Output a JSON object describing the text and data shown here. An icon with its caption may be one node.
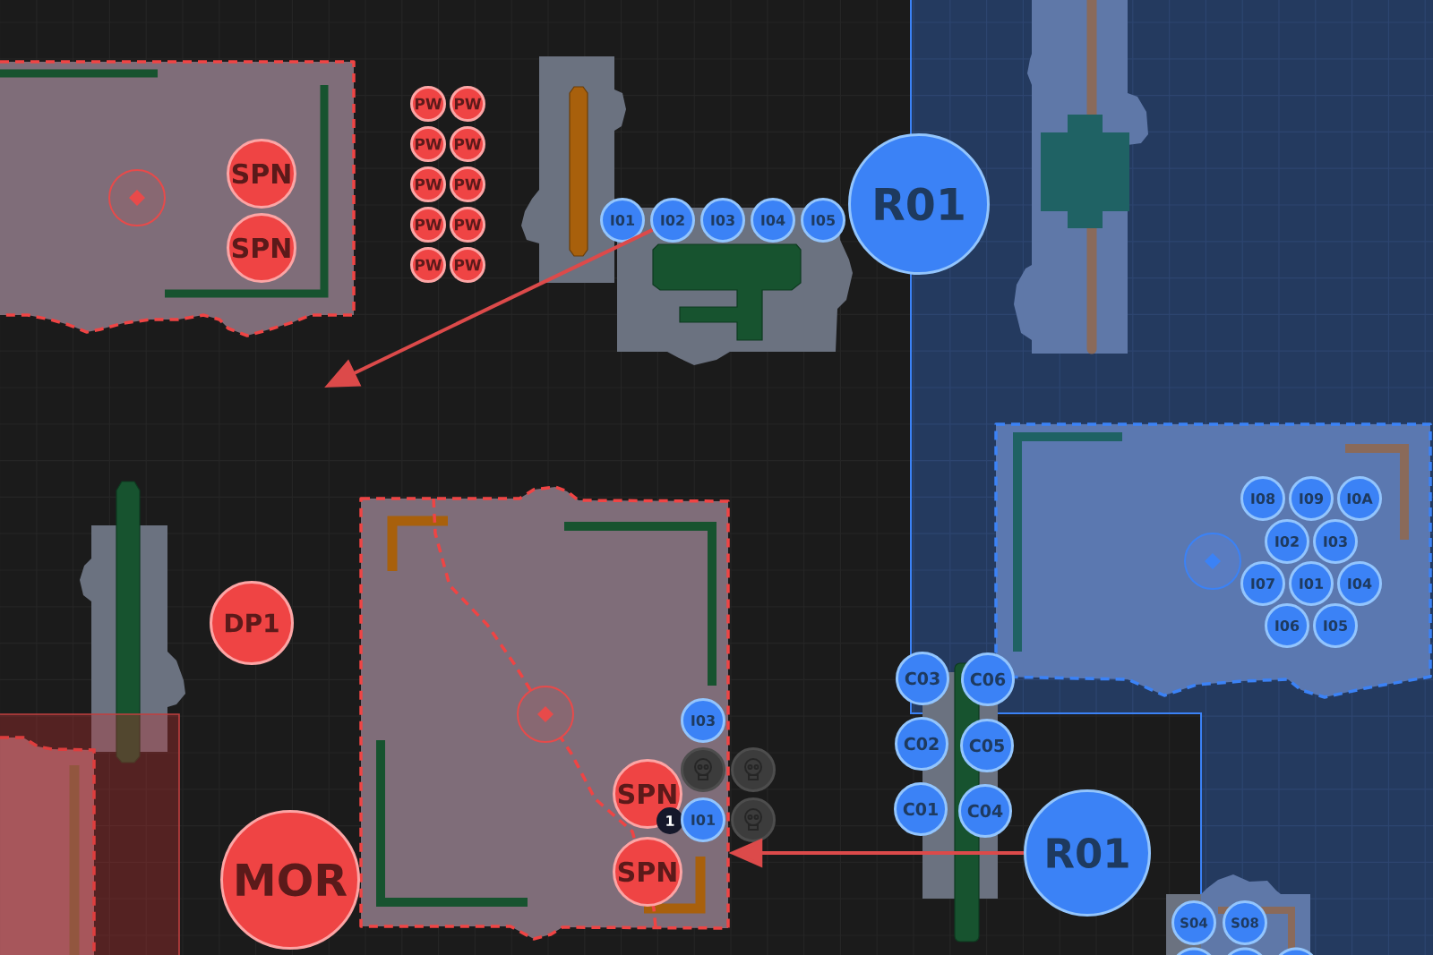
{
  "diagram": {
    "nodes": [
      {
        "text": [],
        "shape": "box"
      },
      {
        "text": [
          "SPN"
        ],
        "in": 0
      },
      {
        "text": [
          "SPN"
        ],
        "in": 0
      },
      {
        "text": [
          "PW"
        ]
      },
      {
        "text": [
          "PW"
        ]
      },
      {
        "text": [
          "PW"
        ]
      },
      {
        "text": [
          "PW"
        ]
      },
      {
        "text": [
          "PW"
        ]
      },
      {
        "text": [
          "PW"
        ]
      },
      {
        "text": [
          "PW"
        ]
      },
      {
        "text": [
          "PW"
        ]
      },
      {
        "text": [
          "PW"
        ]
      },
      {
        "text": [
          "PW"
        ]
      },
      {
        "text": [
          "I01"
        ]
      },
      {
        "text": [
          "I02"
        ]
      },
      {
        "text": [
          "I03"
        ]
      },
      {
        "text": [
          "I04"
        ]
      },
      {
        "text": [
          "I05"
        ]
      },
      {
        "text": [
          "R01"
        ]
      },
      {
        "text": [],
        "shape": "box"
      },
      {
        "text": [
          "I08"
        ],
        "in": 19
      },
      {
        "text": [
          "I09"
        ],
        "in": 19
      },
      {
        "text": [
          "I0A"
        ],
        "in": 19
      },
      {
        "text": [
          "I02"
        ],
        "in": 19
      },
      {
        "text": [
          "I03"
        ],
        "in": 19
      },
      {
        "text": [
          "I07"
        ],
        "in": 19
      },
      {
        "text": [
          "I01"
        ],
        "in": 19
      },
      {
        "text": [
          "I04"
        ],
        "in": 19
      },
      {
        "text": [
          "I06"
        ],
        "in": 19
      },
      {
        "text": [
          "I05"
        ],
        "in": 19
      },
      {
        "text": [
          "DP1"
        ]
      },
      {
        "text": [],
        "shape": "box"
      },
      {
        "text": [
          "I03"
        ],
        "in": 31
      },
      {
        "text": [],
        "shape": "circle",
        "in": 31
      },
      {
        "text": [],
        "shape": "circle"
      },
      {
        "text": [
          "SPN"
        ],
        "in": 31
      },
      {
        "text": [
          "1"
        ],
        "in": 31
      },
      {
        "text": [
          "I01"
        ],
        "in": 31
      },
      {
        "text": [],
        "shape": "circle"
      },
      {
        "text": [
          "SPN"
        ],
        "in": 31
      },
      {
        "text": [
          "C03"
        ]
      },
      {
        "text": [
          "C06"
        ]
      },
      {
        "text": [
          "C02"
        ]
      },
      {
        "text": [
          "C05"
        ]
      },
      {
        "text": [
          "C01"
        ]
      },
      {
        "text": [
          "C04"
        ]
      },
      {
        "text": [
          "MOR"
        ]
      },
      {
        "text": [
          "R01"
        ]
      },
      {
        "text": [
          "S04"
        ]
      },
      {
        "text": [
          "S08"
        ]
      },
      {
        "text": [],
        "shape": "circle"
      },
      {
        "text": [],
        "shape": "circle"
      },
      {
        "text": [],
        "shape": "circle"
      }
    ],
    "edges": [
      {
        "from": 14,
        "to": null,
        "arrow": "to"
      },
      {
        "from": 47,
        "to": 31,
        "arrow": "to"
      }
    ]
  }
}
